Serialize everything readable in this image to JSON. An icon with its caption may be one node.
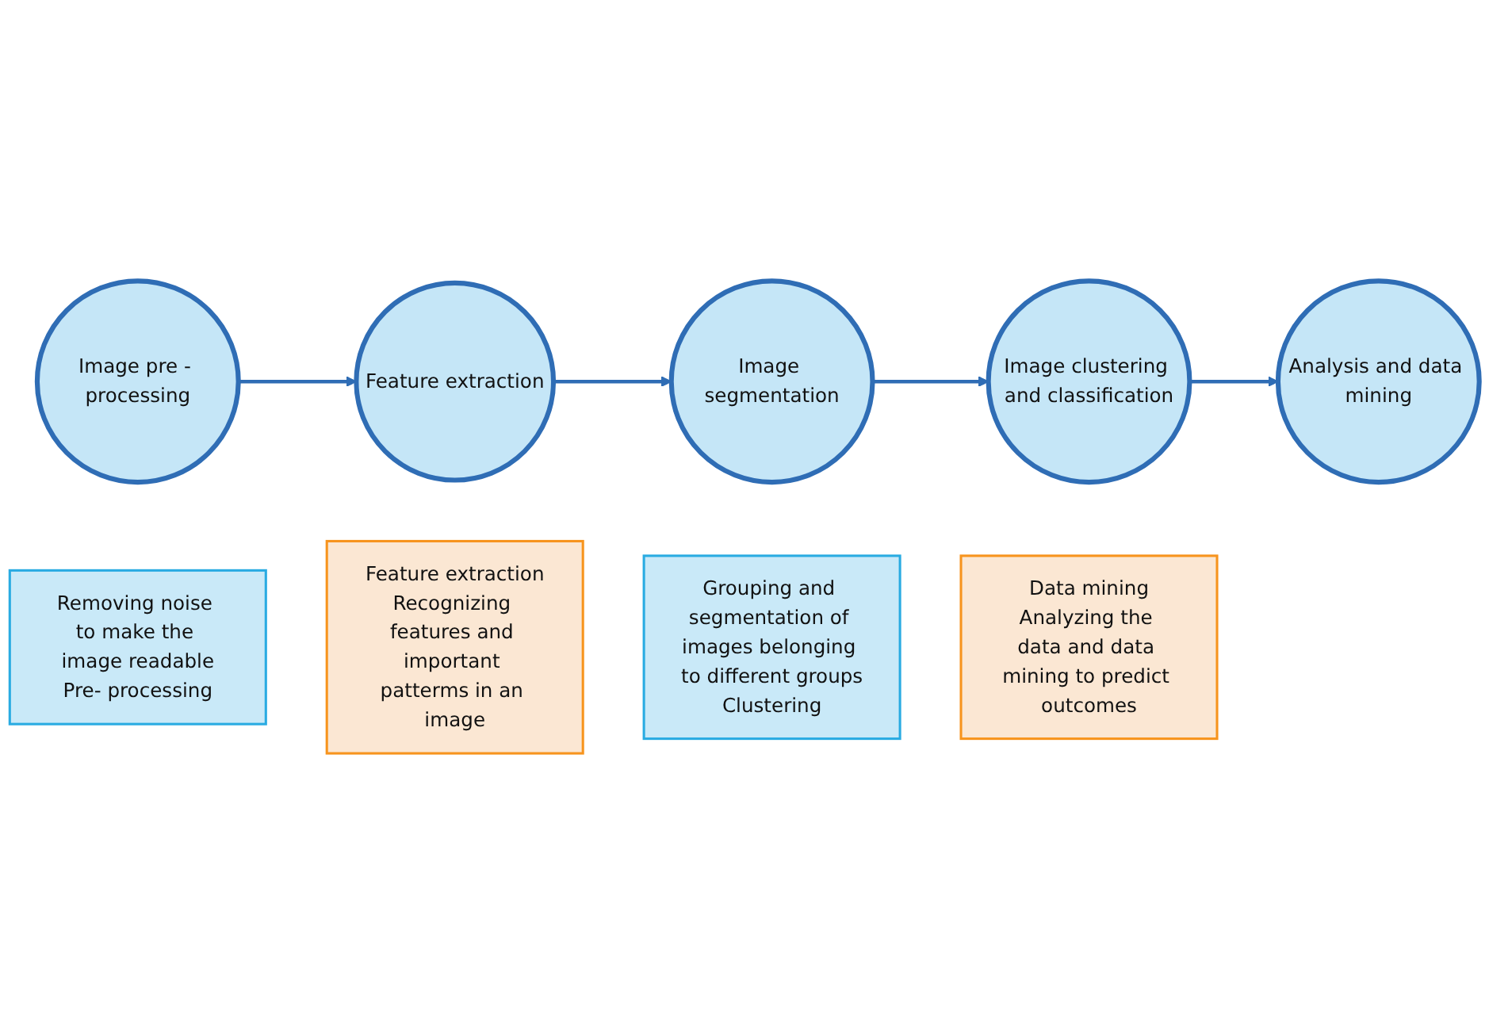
{
  "diagram": {
    "nodes": [
      {
        "text": [
          "Image pre - processing"
        ]
      },
      {
        "text": [
          "Feature extraction"
        ]
      },
      {
        "text": [
          "Image segmentation"
        ]
      },
      {
        "text": [
          "Image clustering and classification"
        ]
      },
      {
        "text": [
          "Analysis and data mining"
        ]
      },
      {
        "text": [
          "Removing noise to make the image readable",
          "Pre- processing"
        ]
      },
      {
        "text": [
          "Feature extraction",
          "Recognizing features and important patterms in an image"
        ]
      },
      {
        "text": [
          "Grouping and segmentation of images belonging to different groups",
          "Clustering"
        ]
      },
      {
        "text": [
          "Data mining",
          "Analyzing the data and data mining to predict outcomes"
        ]
      }
    ],
    "edges": [
      {
        "from": 0,
        "to": 1,
        "arrow": "to"
      },
      {
        "from": 1,
        "to": 2,
        "arrow": "to"
      },
      {
        "from": 2,
        "to": 3,
        "arrow": "to"
      },
      {
        "from": 3,
        "to": 4,
        "arrow": "to"
      }
    ]
  }
}
